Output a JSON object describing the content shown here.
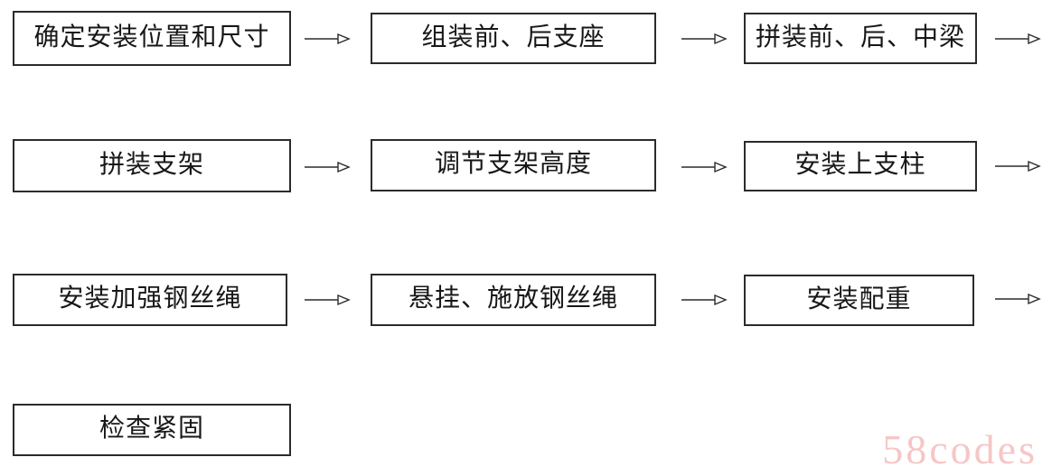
{
  "flowchart": {
    "type": "flow",
    "direction": "left-to-right, wrapping rows, sequential order",
    "steps": [
      {
        "id": 1,
        "label": "确定安装位置和尺寸"
      },
      {
        "id": 2,
        "label": "组装前、后支座"
      },
      {
        "id": 3,
        "label": "拼装前、后、中梁"
      },
      {
        "id": 4,
        "label": "拼装支架"
      },
      {
        "id": 5,
        "label": "调节支架高度"
      },
      {
        "id": 6,
        "label": "安装上支柱"
      },
      {
        "id": 7,
        "label": "安装加强钢丝绳"
      },
      {
        "id": 8,
        "label": "悬挂、施放钢丝绳"
      },
      {
        "id": 9,
        "label": "安装配重"
      },
      {
        "id": 10,
        "label": "检查紧固"
      }
    ],
    "arrow_style": "thin horizontal shaft with hollow open arrowhead",
    "colors": {
      "box_border": "#2b2b2b",
      "text": "#171717",
      "background": "#ffffff"
    }
  },
  "watermark": {
    "text": "58codes",
    "color": "#f6c6c6"
  }
}
